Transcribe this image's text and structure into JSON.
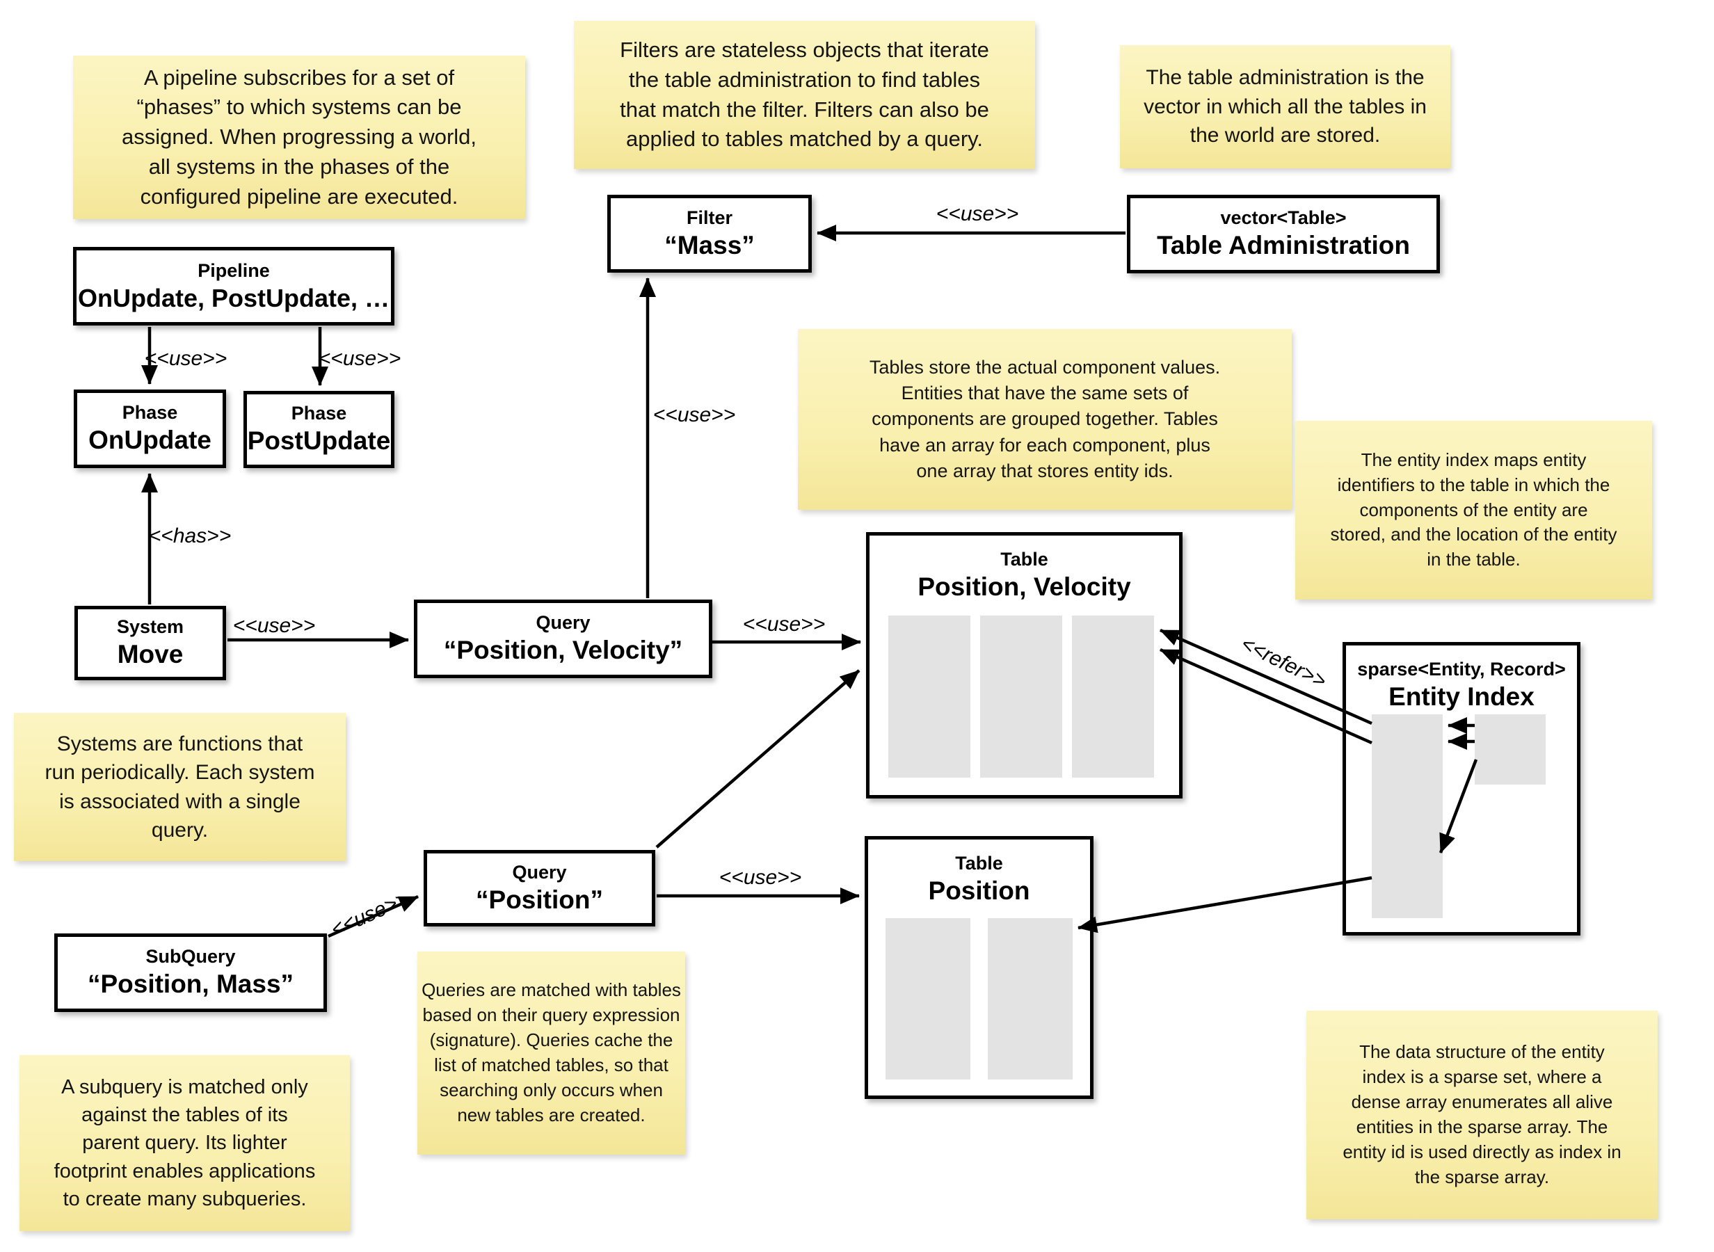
{
  "edge_labels": {
    "use": "<<use>>",
    "has": "<<has>>",
    "refer": "<<refer>>"
  },
  "nodes": {
    "pipeline": {
      "stereotype": "Pipeline",
      "name": "OnUpdate, PostUpdate, …"
    },
    "phase_onupdate": {
      "stereotype": "Phase",
      "name": "OnUpdate"
    },
    "phase_postupdate": {
      "stereotype": "Phase",
      "name": "PostUpdate"
    },
    "system_move": {
      "stereotype": "System",
      "name": "Move"
    },
    "filter_mass": {
      "stereotype": "Filter",
      "name": "“Mass”"
    },
    "table_admin": {
      "stereotype": "vector<Table>",
      "name": "Table Administration"
    },
    "query_pos_vel": {
      "stereotype": "Query",
      "name": "“Position, Velocity”"
    },
    "query_pos": {
      "stereotype": "Query",
      "name": "“Position”"
    },
    "subquery": {
      "stereotype": "SubQuery",
      "name": "“Position, Mass”"
    },
    "table_pos_vel": {
      "stereotype": "Table",
      "name": "Position, Velocity"
    },
    "table_pos": {
      "stereotype": "Table",
      "name": "Position"
    },
    "entity_index": {
      "stereotype": "sparse<Entity, Record>",
      "name": "Entity Index"
    }
  },
  "notes": {
    "pipeline": "A pipeline subscribes for a set of\n“phases” to which systems can be\nassigned. When progressing a world,\nall systems in the phases of the\nconfigured pipeline are executed.",
    "filters": "Filters are stateless objects that iterate\nthe table administration to find tables\nthat match the filter. Filters can also be\napplied to tables matched by a query.",
    "table_admin": "The table administration is the\nvector in which all the tables in\nthe world are stored.",
    "tables": "Tables store the actual component values.\nEntities that have the same sets of\ncomponents are grouped together. Tables\nhave an array for each component, plus\none array that stores entity ids.",
    "entity_index": "The entity index maps entity\nidentifiers to the table in which the\ncomponents of the entity are\nstored, and the location of the entity\nin the table.",
    "systems": "Systems are functions that\nrun periodically. Each system\nis associated with a single\nquery.",
    "queries": "Queries are matched with tables\nbased on their query expression\n(signature). Queries cache the\nlist of matched tables, so that\nsearching only occurs when\nnew tables are created.",
    "subquery": "A subquery is matched only\nagainst the tables of its\nparent query. Its lighter\nfootprint enables applications\nto create many subqueries.",
    "sparse_set": "The data structure of the entity\nindex is a sparse set, where a\ndense array enumerates all alive\nentities in the sparse array. The\nentity id is used directly as index in\nthe sparse array."
  }
}
